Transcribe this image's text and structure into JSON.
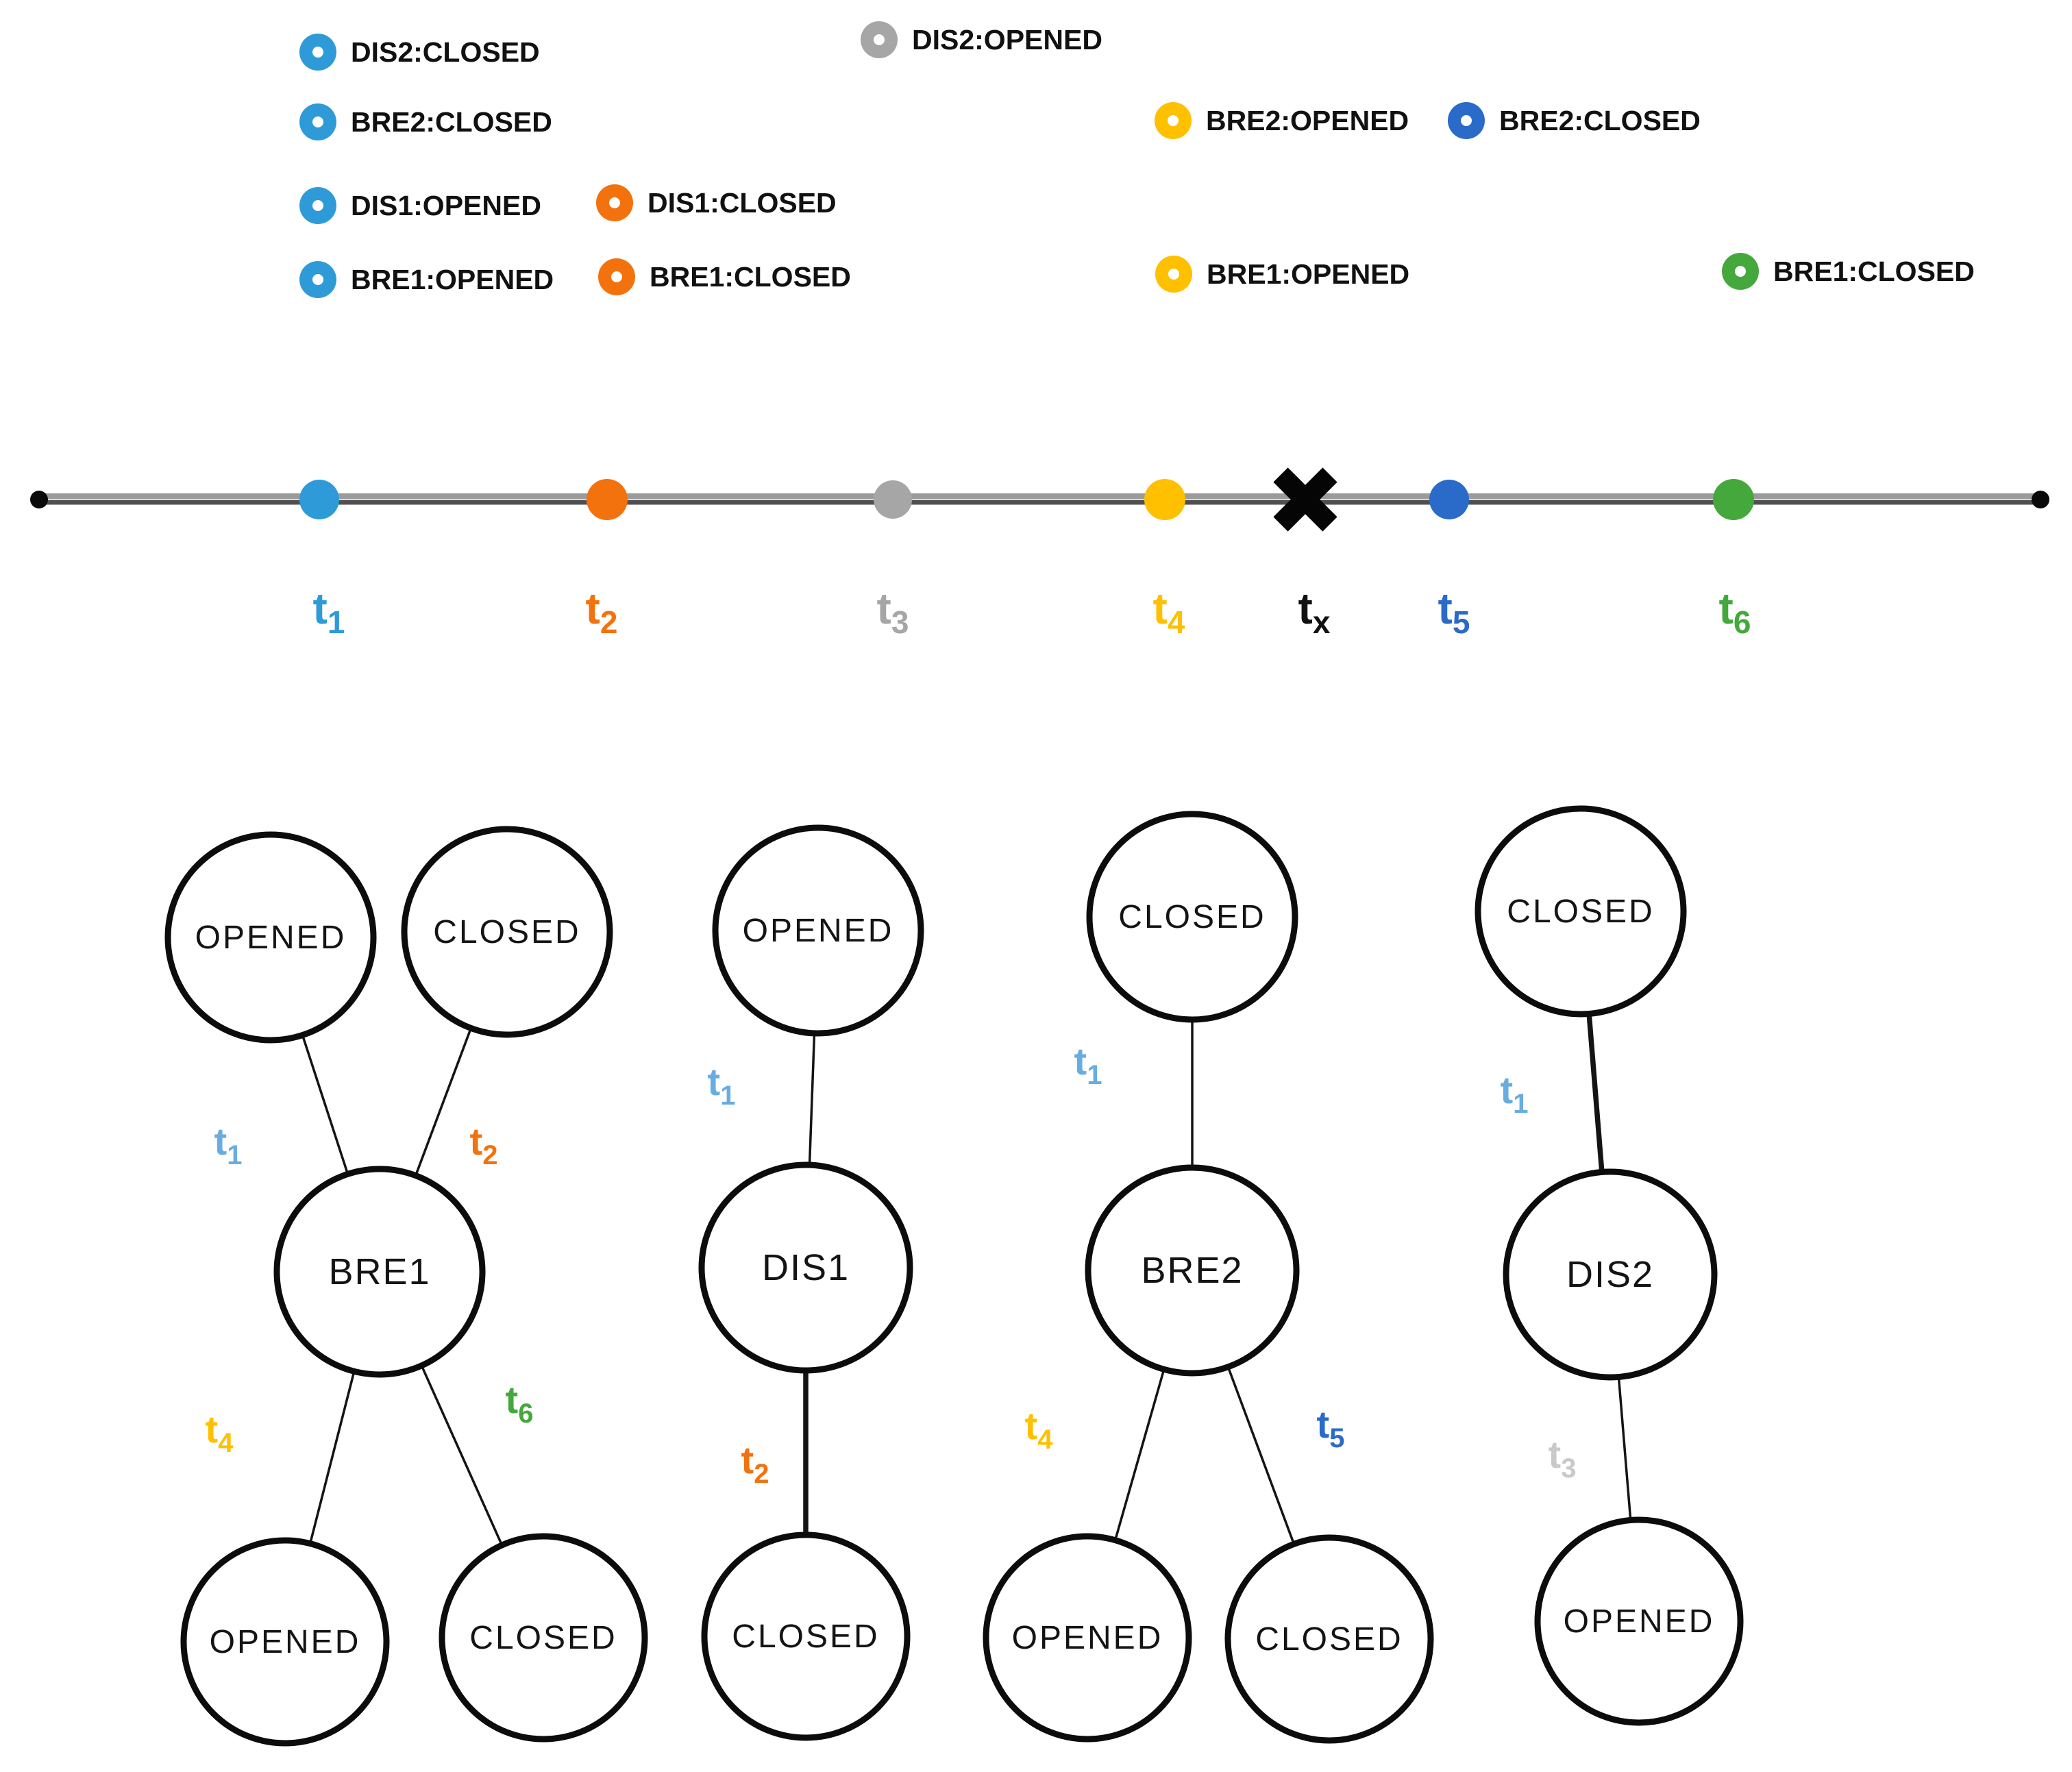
{
  "colors": {
    "blue": "#2E9BD8",
    "gray": "#A6A6A6",
    "orange": "#F3720D",
    "gold": "#FFC000",
    "royal": "#2A6BC9",
    "green": "#45A83C",
    "light_blue": "#68ADE1",
    "light_gray": "#C9C9C9",
    "axis_light": "#9B9B9B",
    "axis_dark": "#4F4F4F",
    "ink": "#111111"
  },
  "legend": {
    "rows": [
      {
        "entries": [
          {
            "marker": "blue",
            "label": "DIS2:CLOSED"
          },
          {
            "marker": "gray",
            "label": "DIS2:OPENED"
          }
        ]
      },
      {
        "entries": [
          {
            "marker": "blue",
            "label": "BRE2:CLOSED"
          },
          {
            "marker": "gold",
            "label": "BRE2:OPENED"
          },
          {
            "marker": "royal",
            "label": "BRE2:CLOSED"
          }
        ]
      },
      {
        "entries": [
          {
            "marker": "blue",
            "label": "DIS1:OPENED"
          },
          {
            "marker": "orange",
            "label": "DIS1:CLOSED"
          }
        ]
      },
      {
        "entries": [
          {
            "marker": "blue",
            "label": "BRE1:OPENED"
          },
          {
            "marker": "orange",
            "label": "BRE1:CLOSED"
          },
          {
            "marker": "gold",
            "label": "BRE1:OPENED"
          },
          {
            "marker": "green",
            "label": "BRE1:CLOSED"
          }
        ]
      }
    ]
  },
  "sub_labels": {
    "t1": {
      "sym": "t",
      "sub": "1"
    },
    "t2": {
      "sym": "t",
      "sub": "2"
    },
    "t3": {
      "sym": "t",
      "sub": "3"
    },
    "t4": {
      "sym": "t",
      "sub": "4"
    },
    "t5": {
      "sym": "t",
      "sub": "5"
    },
    "t6": {
      "sym": "t",
      "sub": "6"
    },
    "tx": {
      "sym": "t",
      "sub": "x"
    }
  },
  "timeline": {
    "events": [
      {
        "id": "t1",
        "marker": "dot",
        "color": "blue"
      },
      {
        "id": "t2",
        "marker": "dot",
        "color": "orange"
      },
      {
        "id": "t3",
        "marker": "dot",
        "color": "gray"
      },
      {
        "id": "t4",
        "marker": "dot",
        "color": "gold"
      },
      {
        "id": "tx",
        "marker": "x",
        "color": "ink"
      },
      {
        "id": "t5",
        "marker": "dot",
        "color": "royal"
      },
      {
        "id": "t6",
        "marker": "dot",
        "color": "green"
      }
    ]
  },
  "trees": [
    {
      "device": "BRE1",
      "top": [
        "OPENED",
        "CLOSED"
      ],
      "bottom": [
        "OPENED",
        "CLOSED"
      ],
      "edges": [
        {
          "to": "top-0",
          "time": "t1"
        },
        {
          "to": "top-1",
          "time": "t2"
        },
        {
          "to": "bottom-0",
          "time": "t4"
        },
        {
          "to": "bottom-1",
          "time": "t6"
        }
      ]
    },
    {
      "device": "DIS1",
      "top": [
        "OPENED"
      ],
      "bottom": [
        "CLOSED"
      ],
      "edges": [
        {
          "to": "top-0",
          "time": "t1"
        },
        {
          "to": "bottom-0",
          "time": "t2"
        }
      ]
    },
    {
      "device": "BRE2",
      "top": [
        "CLOSED"
      ],
      "bottom": [
        "OPENED",
        "CLOSED"
      ],
      "edges": [
        {
          "to": "top-0",
          "time": "t1"
        },
        {
          "to": "bottom-0",
          "time": "t4"
        },
        {
          "to": "bottom-1",
          "time": "t5"
        }
      ]
    },
    {
      "device": "DIS2",
      "top": [
        "CLOSED"
      ],
      "bottom": [
        "OPENED"
      ],
      "edges": [
        {
          "to": "top-0",
          "time": "t1"
        },
        {
          "to": "bottom-0",
          "time": "t3"
        }
      ]
    }
  ]
}
